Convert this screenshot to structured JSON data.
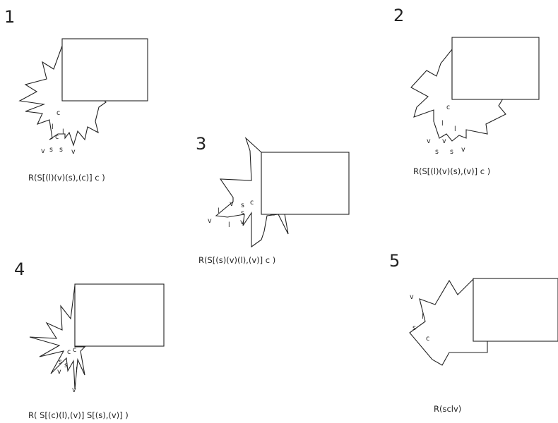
{
  "figures": [
    {
      "number": "1",
      "formula": "R(S[(l)(v)(s),(c)] c )",
      "labels": [
        "c",
        "l",
        "c",
        "l",
        "v",
        "s",
        "s",
        "v"
      ]
    },
    {
      "number": "2",
      "formula": "R(S[(l)(v)(s),(v)] c )",
      "labels": [
        "c",
        "l",
        "v",
        "l",
        "v",
        "s",
        "s",
        "v"
      ]
    },
    {
      "number": "3",
      "formula": "R(S[(s)(v)(l),(v)] c )",
      "labels": [
        "c",
        "v",
        "s",
        "s",
        "l",
        "v",
        "l",
        "v"
      ]
    },
    {
      "number": "4",
      "formula": "R( S[(c)(l),(v)] S[(s),(v)] )",
      "labels": [
        "c",
        "c",
        "s",
        "s",
        "l",
        "v",
        "v"
      ]
    },
    {
      "number": "5",
      "formula": "R(sclv)",
      "labels": [
        "v",
        "l",
        "s",
        "c"
      ]
    }
  ]
}
